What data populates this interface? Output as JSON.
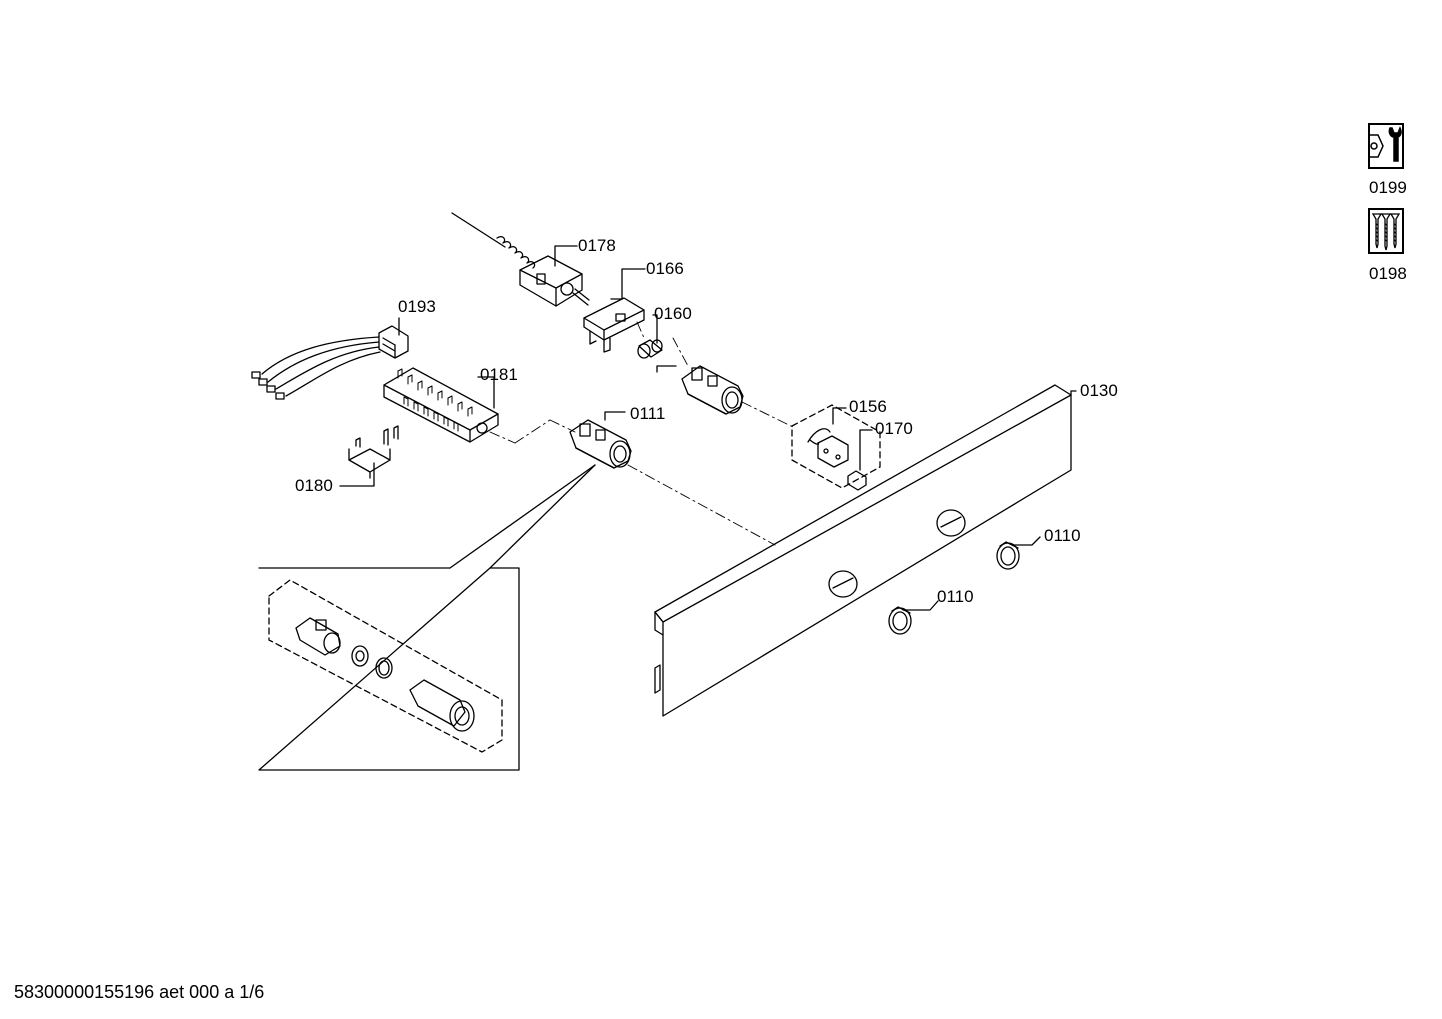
{
  "labels": {
    "p0178": "0178",
    "p0166": "0166",
    "p0160": "0160",
    "p0193": "0193",
    "p0181": "0181",
    "p0111": "0111",
    "p0180": "0180",
    "p0156": "0156",
    "p0170": "0170",
    "p0130": "0130",
    "p0110a": "0110",
    "p0110b": "0110"
  },
  "side": {
    "tool_label": "0199",
    "screw_label": "0198"
  },
  "footer": "58300000155196 aet 000 a 1/6",
  "icons": {
    "tool": "wrench-nut-icon",
    "screws": "screws-icon"
  }
}
